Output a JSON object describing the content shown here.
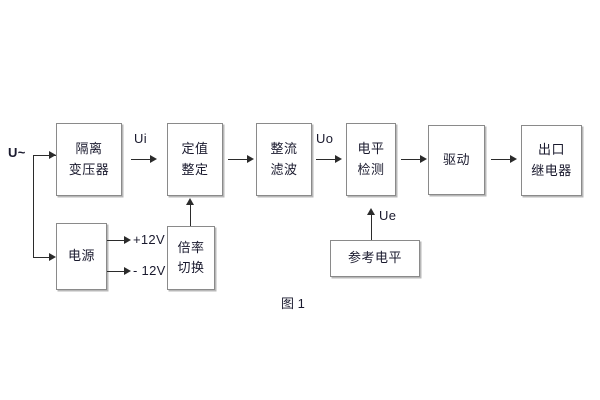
{
  "figure": {
    "caption": "图 1",
    "input_label": "U~"
  },
  "blocks": [
    {
      "id": "isolation-transformer",
      "lines": [
        "隔离",
        "变压器"
      ]
    },
    {
      "id": "setting-adjust",
      "lines": [
        "定值",
        "整定"
      ]
    },
    {
      "id": "rectify-filter",
      "lines": [
        "整流",
        "滤波"
      ]
    },
    {
      "id": "level-detect",
      "lines": [
        "电平",
        "检测"
      ]
    },
    {
      "id": "drive",
      "lines": [
        "驱动"
      ]
    },
    {
      "id": "output-relay",
      "lines": [
        "出口",
        "继电器"
      ]
    },
    {
      "id": "power-supply",
      "lines": [
        "电源"
      ]
    },
    {
      "id": "ratio-switch",
      "lines": [
        "倍率",
        "切换"
      ]
    },
    {
      "id": "reference-level",
      "lines": [
        "参考电平"
      ]
    }
  ],
  "signals": {
    "ui": "Ui",
    "uo": "Uo",
    "ue": "Ue",
    "rail_positive": "+12V",
    "rail_negative": "- 12V"
  },
  "colors": {
    "block_border": "#8a8a8a",
    "block_shadow": "#b8b8b8",
    "line": "#2b2b2b",
    "text": "#1a1a2e",
    "background": "#ffffff"
  }
}
